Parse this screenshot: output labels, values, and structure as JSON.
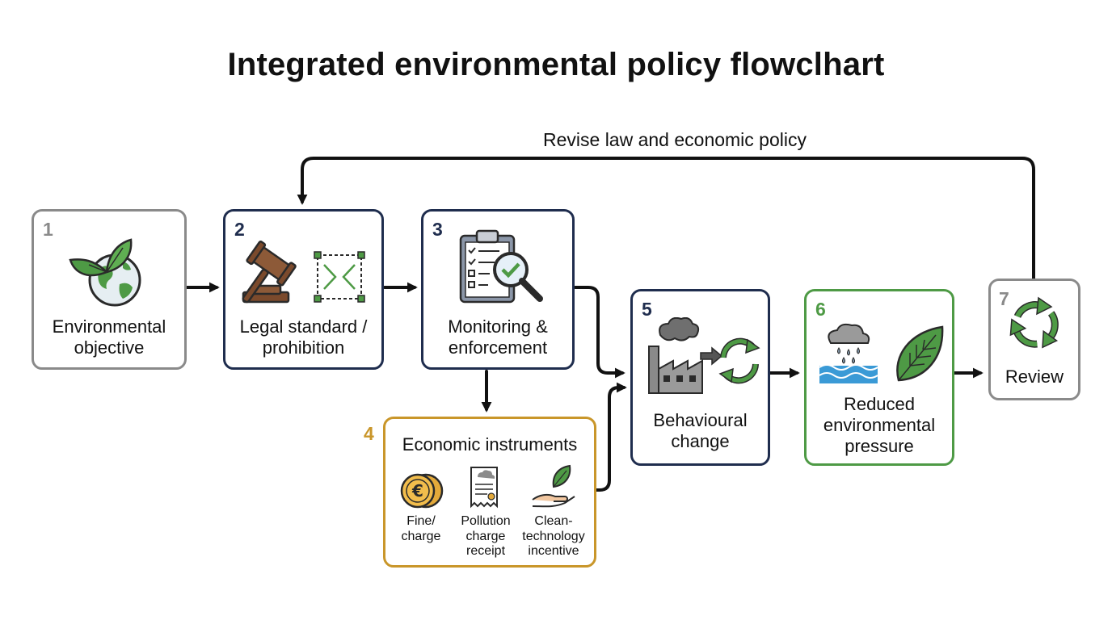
{
  "title": "Integrated environmental policy flowclhart",
  "loop_label": "Revise law and economic policy",
  "steps": [
    {
      "number": "1",
      "label": "Environmental\nobjective",
      "color": "#8a8a8a"
    },
    {
      "number": "2",
      "label": "Legal standard /\nprohibition",
      "color": "#1f2d4e"
    },
    {
      "number": "3",
      "label": "Monitoring &\nenforcement",
      "color": "#1f2d4e"
    },
    {
      "number": "4",
      "label": "Economic instruments",
      "color": "#c9962a"
    },
    {
      "number": "5",
      "label": "Behavioural\nchange",
      "color": "#1f2d4e"
    },
    {
      "number": "6",
      "label": "Reduced\nenvironmental\npressure",
      "color": "#4e9a45"
    },
    {
      "number": "7",
      "label": "Review",
      "color": "#8a8a8a"
    }
  ],
  "instruments": [
    {
      "label": "Fine/\ncharge",
      "icon": "euro-coins-icon"
    },
    {
      "label": "Pollution\ncharge\nreceipt",
      "icon": "receipt-icon"
    },
    {
      "label": "Clean-\ntechnology\nincentive",
      "icon": "hand-leaf-icon"
    }
  ],
  "icons": {
    "step1": "globe-leaf-icon",
    "step2": [
      "gavel-icon",
      "boundary-icon"
    ],
    "step3": "clipboard-magnifier-icon",
    "step5": [
      "factory-icon",
      "recycle-icon"
    ],
    "step6": [
      "rain-water-icon",
      "leaf-icon"
    ],
    "step7": "recycle-icon"
  },
  "colors": {
    "accent_green": "#4e9a45",
    "accent_gold": "#c9962a",
    "navy": "#1f2d4e",
    "gray": "#8a8a8a"
  }
}
